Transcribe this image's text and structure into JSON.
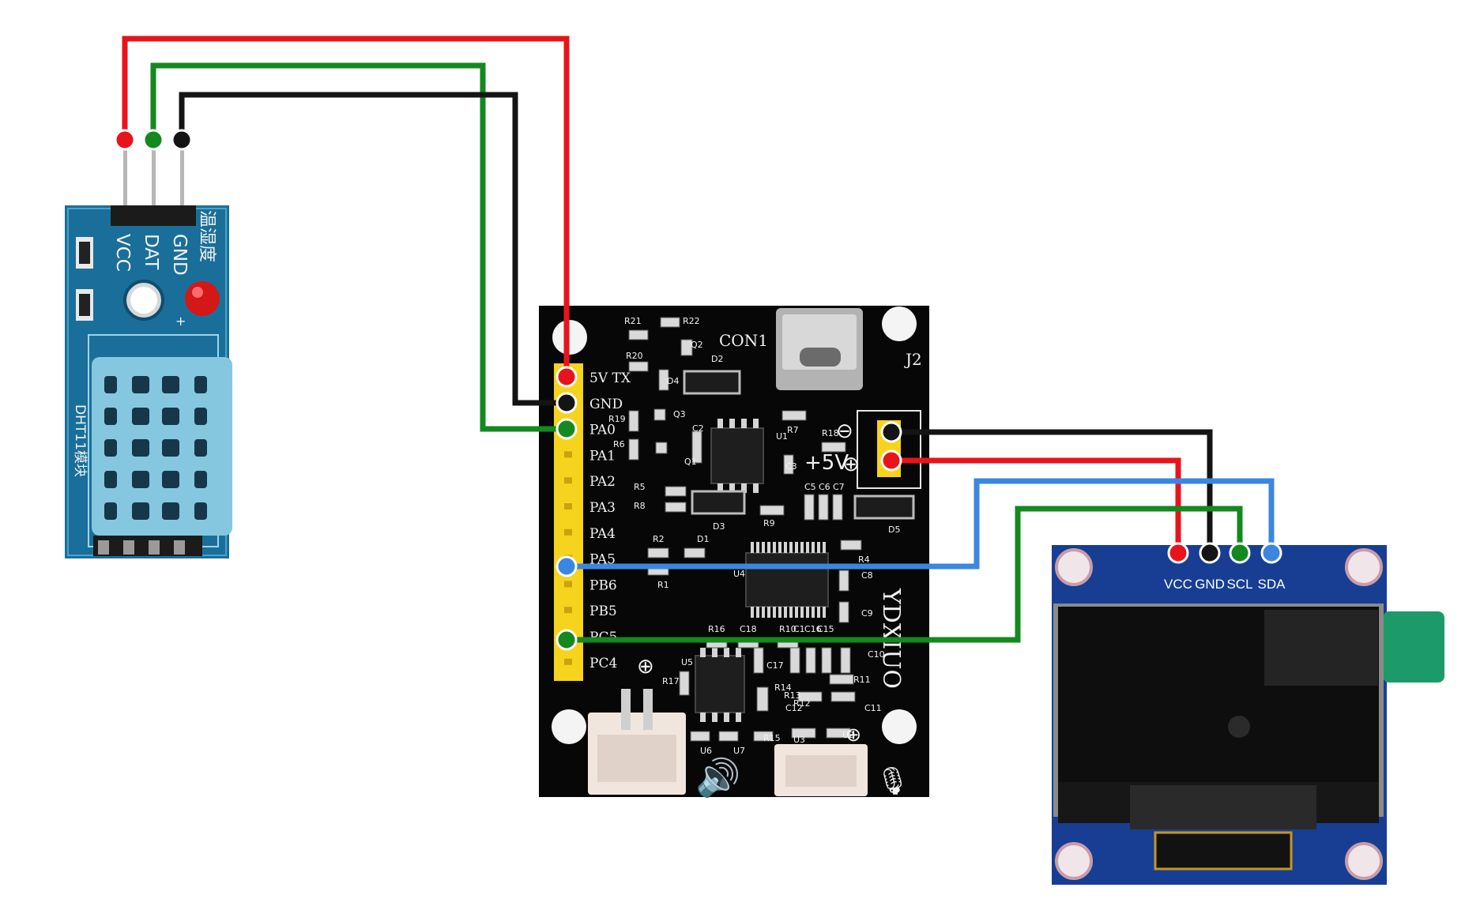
{
  "dht_module": {
    "pin_labels": [
      "VCC",
      "DAT",
      "GND"
    ],
    "cn_label": "温湿度",
    "part_label": "DHT11模块"
  },
  "main_board": {
    "connector_labels": [
      "CON1",
      "J2"
    ],
    "power_label": "+5V",
    "brand": "YDXIUO",
    "pin_labels": [
      "5V TX",
      "GND",
      "PA0",
      "PA1",
      "PA2",
      "PA3",
      "PA4",
      "PA5",
      "PB6",
      "PB5",
      "PC5",
      "PC4"
    ],
    "component_labels": [
      "R21",
      "R22",
      "Q2",
      "R20",
      "D2",
      "D4",
      "R19",
      "Q3",
      "R6",
      "Q1",
      "C2",
      "U1",
      "R7",
      "R18",
      "C3",
      "R5",
      "R8",
      "C5",
      "C6",
      "C7",
      "D3",
      "R9",
      "D5",
      "R2",
      "D1",
      "R4",
      "U4",
      "C8",
      "R1",
      "C9",
      "R16",
      "C18",
      "R10",
      "C1",
      "C16",
      "C15",
      "U5",
      "C17",
      "C10",
      "R17",
      "R14",
      "R13",
      "R12",
      "R11",
      "C12",
      "C11",
      "U6",
      "U7",
      "R15",
      "U3",
      "U2"
    ]
  },
  "oled": {
    "pin_labels": [
      "VCC",
      "GND",
      "SCL",
      "SDA"
    ]
  },
  "wire_colors": {
    "power": "#e8141b",
    "ground": "#141414",
    "green": "#13891f",
    "blue": "#3b87e0"
  }
}
